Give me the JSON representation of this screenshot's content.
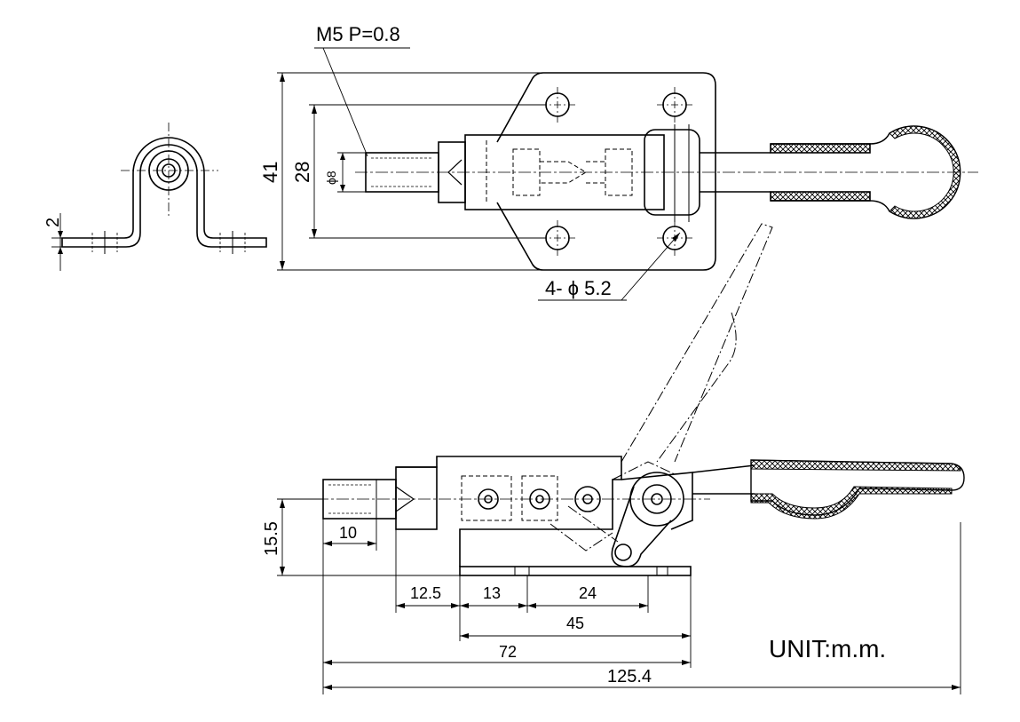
{
  "callouts": {
    "thread": "M5 P=0.8",
    "holes": "4- ϕ 5.2"
  },
  "unit_label": "UNIT:m.m.",
  "side_view": {
    "plate_thickness": "2"
  },
  "top_view": {
    "overall_width": "41",
    "hole_spacing": "28",
    "plunger_diameter": "ϕ8"
  },
  "front_view": {
    "height": "15.5",
    "thread_length": "10",
    "d1": "12.5",
    "d2": "13",
    "d3": "24",
    "d4": "45",
    "d5": "72",
    "overall_length": "125.4"
  }
}
